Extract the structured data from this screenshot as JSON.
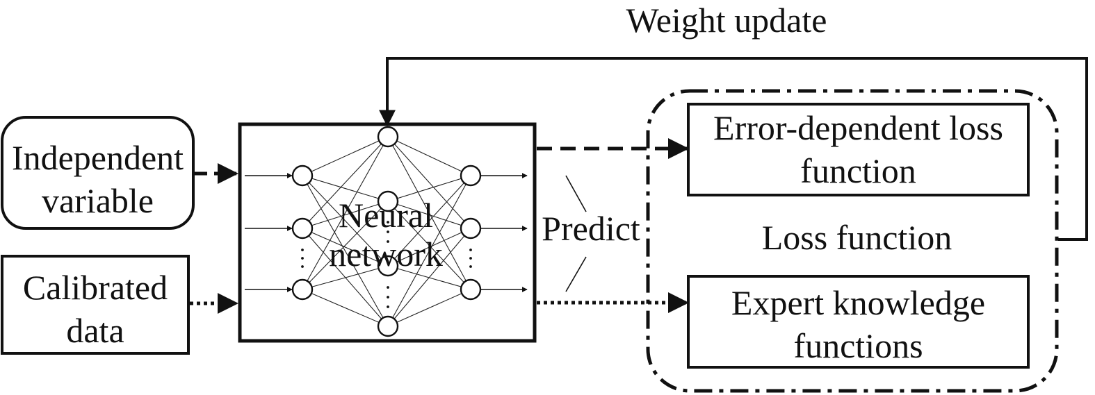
{
  "title": "Weight update",
  "inputs": {
    "independent_variable": [
      "Independent",
      "variable"
    ],
    "calibrated_data": [
      "Calibrated",
      "data"
    ]
  },
  "network": {
    "label": [
      "Neural",
      "network"
    ]
  },
  "predict": "Predict",
  "loss_group": {
    "title": "Loss function",
    "error_dependent": [
      "Error-dependent loss",
      "function"
    ],
    "expert_knowledge": [
      "Expert knowledge",
      "functions"
    ]
  }
}
